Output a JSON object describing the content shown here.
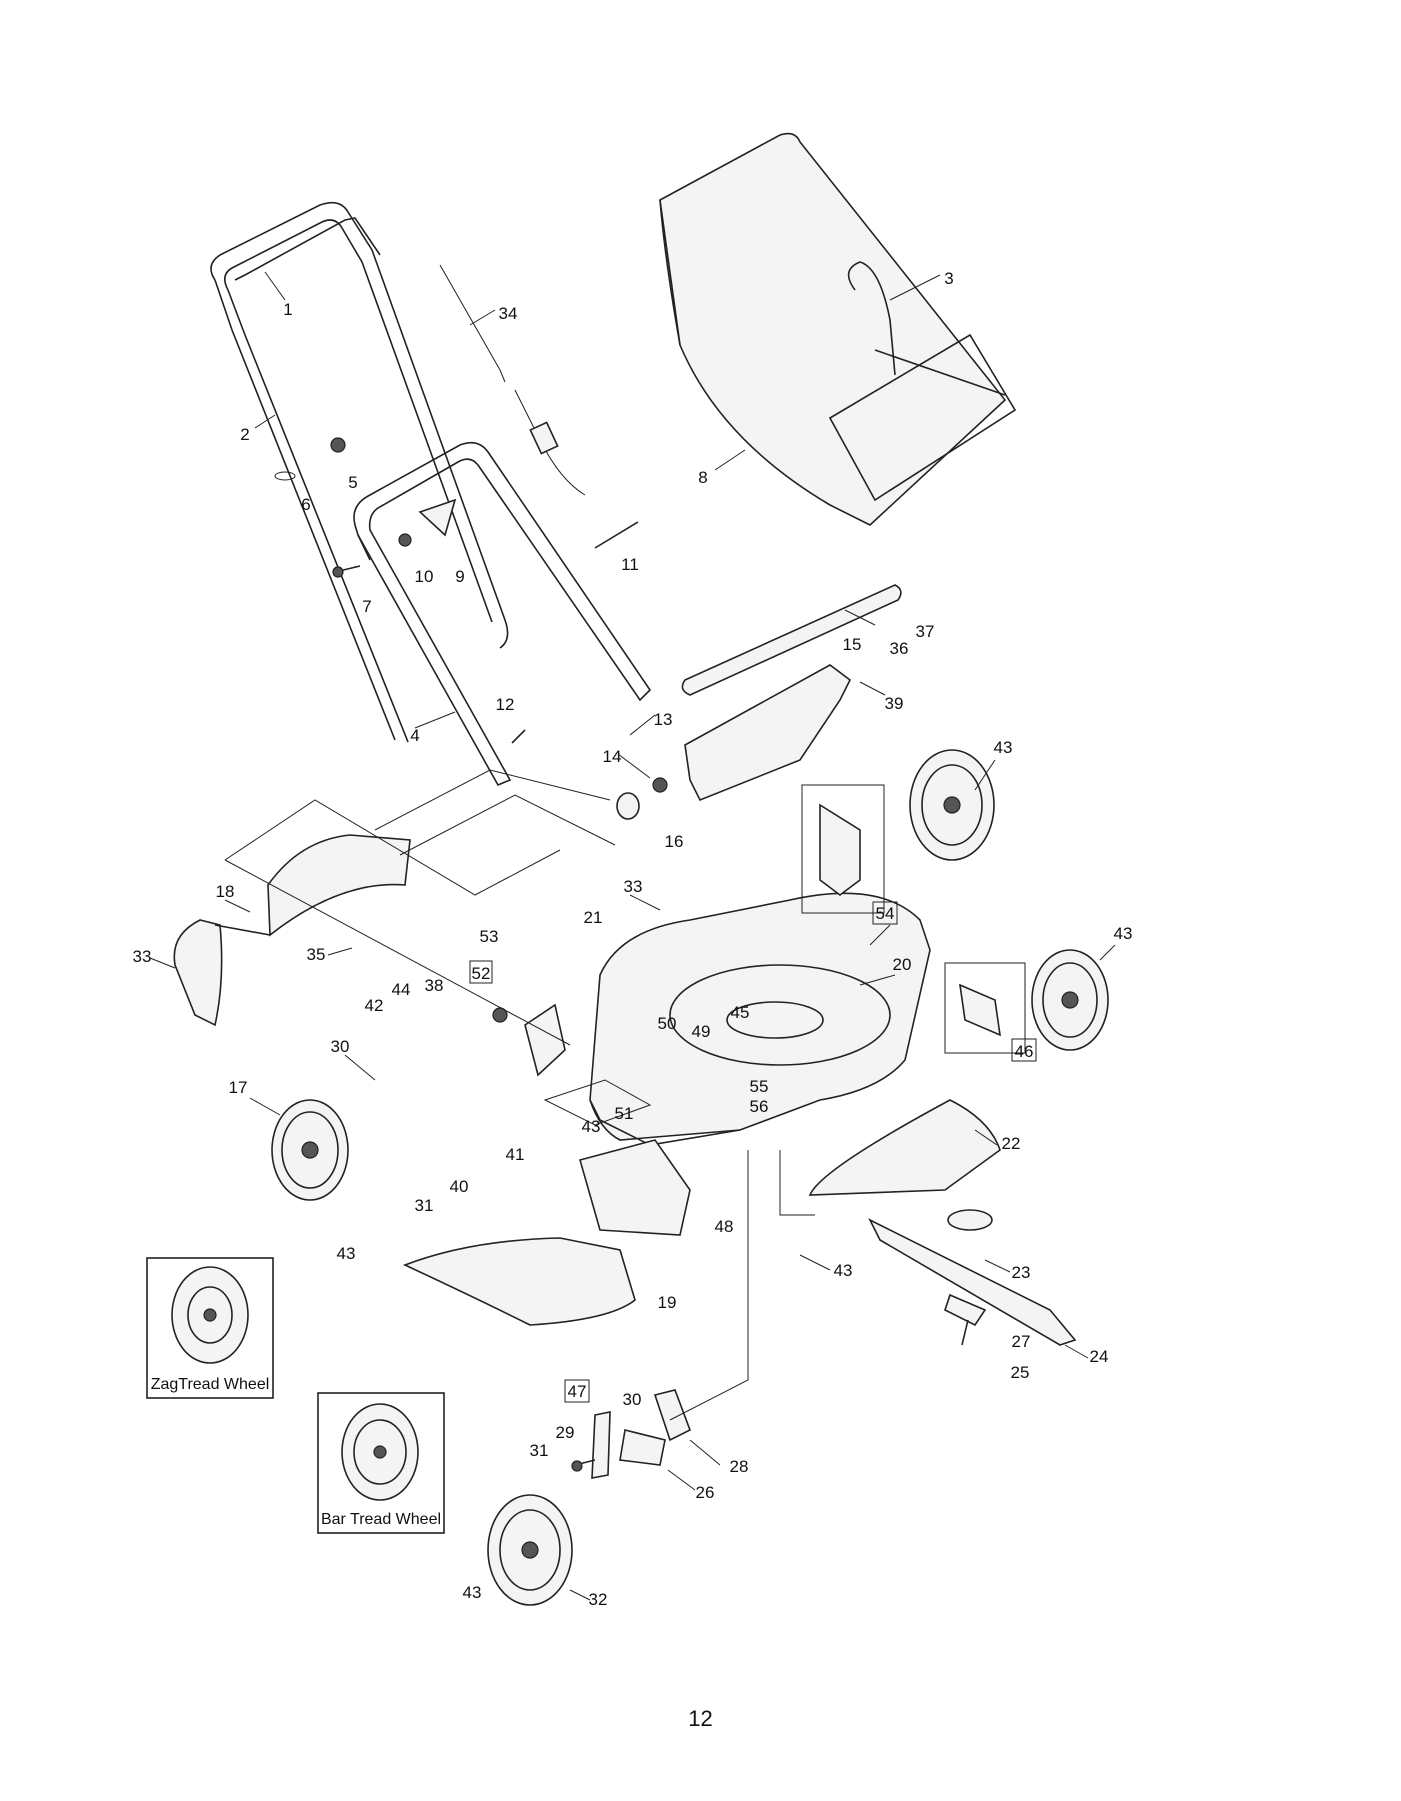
{
  "callouts": [
    {
      "text": "1"
    },
    {
      "text": "2"
    },
    {
      "text": "3"
    },
    {
      "text": "34"
    },
    {
      "text": "5"
    },
    {
      "text": "6"
    },
    {
      "text": "8"
    },
    {
      "text": "10"
    },
    {
      "text": "9"
    },
    {
      "text": "7"
    },
    {
      "text": "11"
    },
    {
      "text": "37"
    },
    {
      "text": "36"
    },
    {
      "text": "15"
    },
    {
      "text": "39"
    },
    {
      "text": "12"
    },
    {
      "text": "13"
    },
    {
      "text": "4"
    },
    {
      "text": "14"
    },
    {
      "text": "43"
    },
    {
      "text": "16"
    },
    {
      "text": "18"
    },
    {
      "text": "33"
    },
    {
      "text": "33"
    },
    {
      "text": "21"
    },
    {
      "text": "35"
    },
    {
      "text": "53"
    },
    {
      "text": "52"
    },
    {
      "text": "54"
    },
    {
      "text": "43"
    },
    {
      "text": "20"
    },
    {
      "text": "44"
    },
    {
      "text": "38"
    },
    {
      "text": "42"
    },
    {
      "text": "45"
    },
    {
      "text": "50"
    },
    {
      "text": "49"
    },
    {
      "text": "46"
    },
    {
      "text": "30"
    },
    {
      "text": "17"
    },
    {
      "text": "55"
    },
    {
      "text": "56"
    },
    {
      "text": "43"
    },
    {
      "text": "51"
    },
    {
      "text": "22"
    },
    {
      "text": "41"
    },
    {
      "text": "40"
    },
    {
      "text": "31"
    },
    {
      "text": "48"
    },
    {
      "text": "43"
    },
    {
      "text": "43"
    },
    {
      "text": "23"
    },
    {
      "text": "19"
    },
    {
      "text": "27"
    },
    {
      "text": "24"
    },
    {
      "text": "25"
    },
    {
      "text": "47"
    },
    {
      "text": "30"
    },
    {
      "text": "29"
    },
    {
      "text": "31"
    },
    {
      "text": "28"
    },
    {
      "text": "26"
    },
    {
      "text": "43"
    },
    {
      "text": "32"
    }
  ],
  "insets": {
    "zagtread": "ZagTread Wheel",
    "bartread": "Bar Tread Wheel"
  },
  "page_number": "12"
}
